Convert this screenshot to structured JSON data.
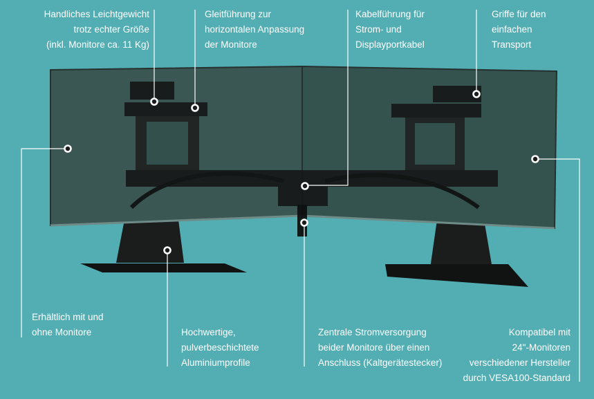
{
  "callouts": [
    {
      "id": "lightweight",
      "text": "Handliches Leichtgewicht\ntrotz echter Größe\n(inkl. Monitore ca. 11 Kg)"
    },
    {
      "id": "slide-guide",
      "text": "Gleitführung zur\nhorizontalen Anpassung\nder Monitore"
    },
    {
      "id": "cable-guide",
      "text": "Kabelführung für\nStrom- und\nDisplayportkabel"
    },
    {
      "id": "handles",
      "text": "Griffe für den\neinfachen\nTransport"
    },
    {
      "id": "availability",
      "text": "Erhältlich mit und\nohne Monitore"
    },
    {
      "id": "aluminium",
      "text": "Hochwertige,\npulverbeschichtete\nAluminiumprofile"
    },
    {
      "id": "power",
      "text": "Zentrale Stromversorgung\nbeider Monitore über einen\nAnschluss (Kaltgerätestecker)"
    },
    {
      "id": "compatibility",
      "text": "Kompatibel mit\n24\"-Monitoren\nverschiedener Hersteller\ndurch VESA100-Standard"
    }
  ],
  "colors": {
    "background": "#53aeb3",
    "screen": "#2f4f4b",
    "frame": "#1a1c1c",
    "marker": "#ffffff"
  }
}
